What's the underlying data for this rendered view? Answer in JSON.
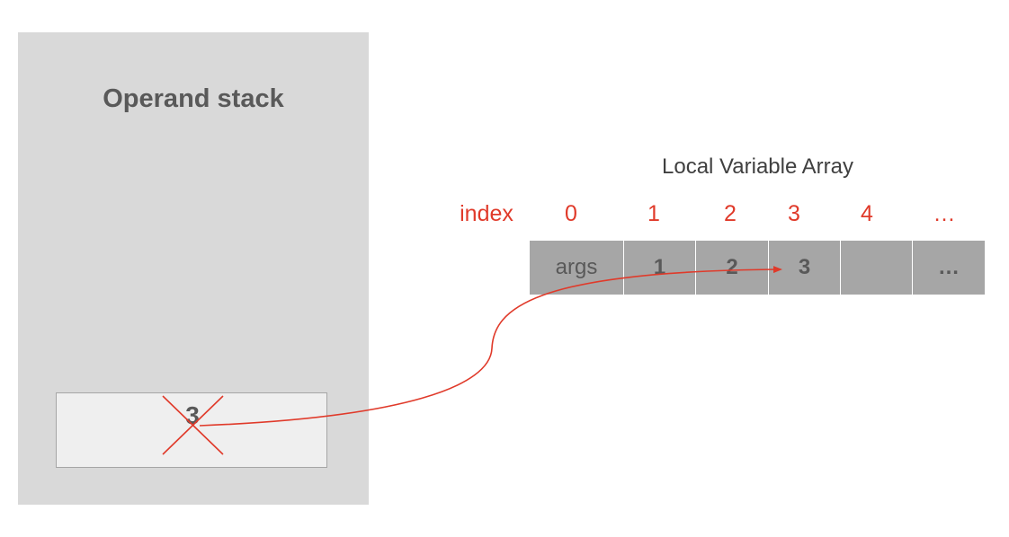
{
  "operand_stack": {
    "title": "Operand stack",
    "item_value": "3"
  },
  "local_variable_array": {
    "title": "Local Variable Array",
    "index_label": "index",
    "indices": [
      "0",
      "1",
      "2",
      "3",
      "4",
      "…"
    ],
    "cells": [
      "args",
      "1",
      "2",
      "3",
      "",
      "…"
    ]
  },
  "colors": {
    "accent_red": "#e03a2a",
    "cell_gray": "#a6a6a6",
    "panel_gray": "#d9d9d9"
  }
}
